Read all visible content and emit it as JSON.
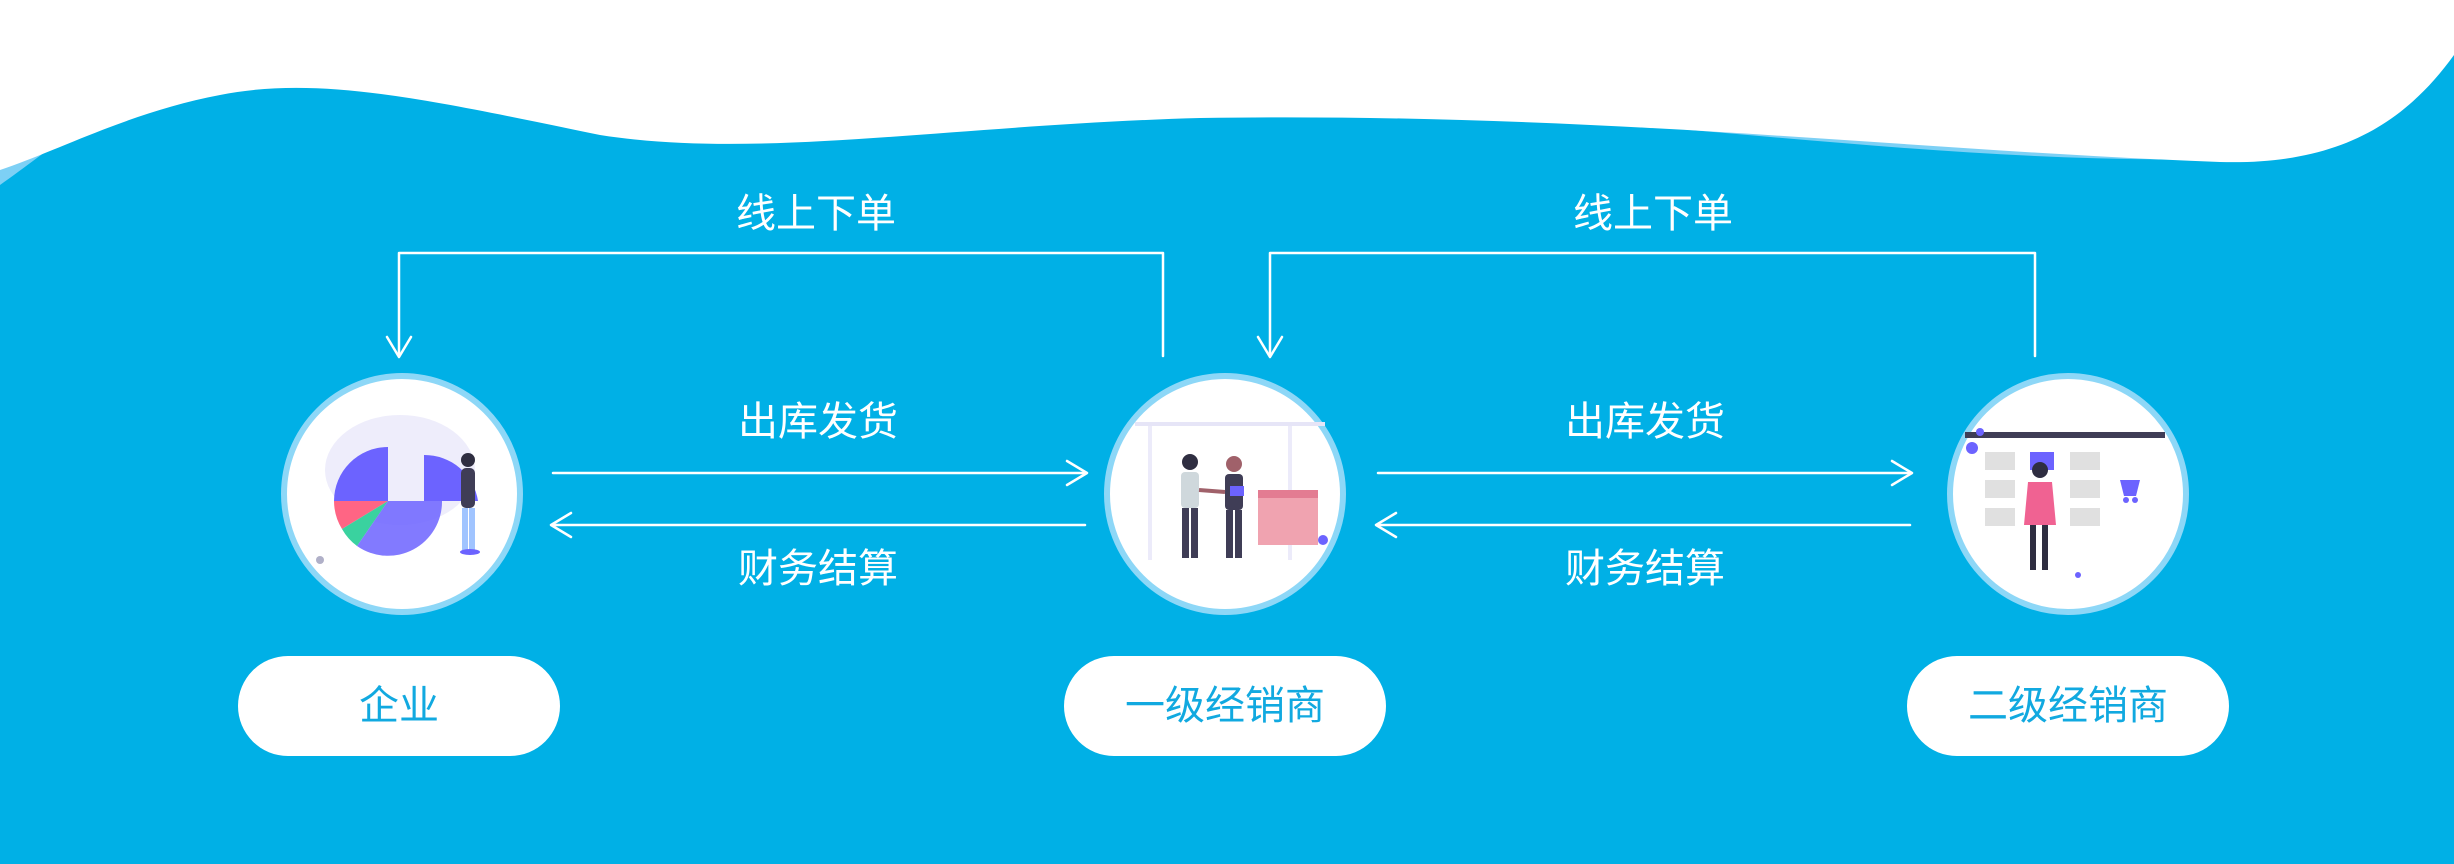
{
  "colors": {
    "background": "#00b0e6",
    "wave_light": "#7dd0f5",
    "arrow": "#ffffff",
    "pill_text": "#11a9e0",
    "circle_ring": "#8dd7f7",
    "illustration_accent": "#6c63ff",
    "illustration_pink": "#f06292"
  },
  "nodes": [
    {
      "label": "企业",
      "illustration": "pie-chart-person-illustration"
    },
    {
      "label": "一级经销商",
      "illustration": "handshake-meeting-illustration"
    },
    {
      "label": "二级经销商",
      "illustration": "shopping-shelf-woman-illustration"
    }
  ],
  "flows": [
    {
      "top_label": "线上下单",
      "forward_label": "出库发货",
      "backward_label": "财务结算"
    },
    {
      "top_label": "线上下单",
      "forward_label": "出库发货",
      "backward_label": "财务结算"
    }
  ]
}
